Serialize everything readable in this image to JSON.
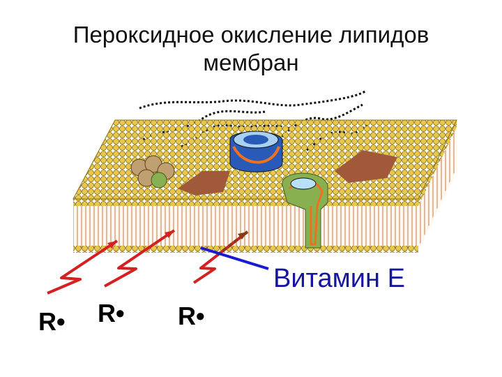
{
  "title": {
    "line1": "Пероксидное окисление липидов",
    "line2": "мембран"
  },
  "labels": {
    "vitamin": "Витамин Е",
    "radical_1": "R•",
    "radical_2": "R•",
    "radical_3": "R•"
  },
  "colors": {
    "head": "#e8c84a",
    "head_stroke": "#8a6e10",
    "tail": "#c0764a",
    "arrow_red": "#d42020",
    "arrow_brown": "#8a3a10",
    "vitamin_line": "#1a1ad0",
    "protein_brown": "#a05a3a",
    "protein_orange": "#f07020",
    "protein_blue": "#2a5ab8",
    "protein_green": "#88b050"
  }
}
